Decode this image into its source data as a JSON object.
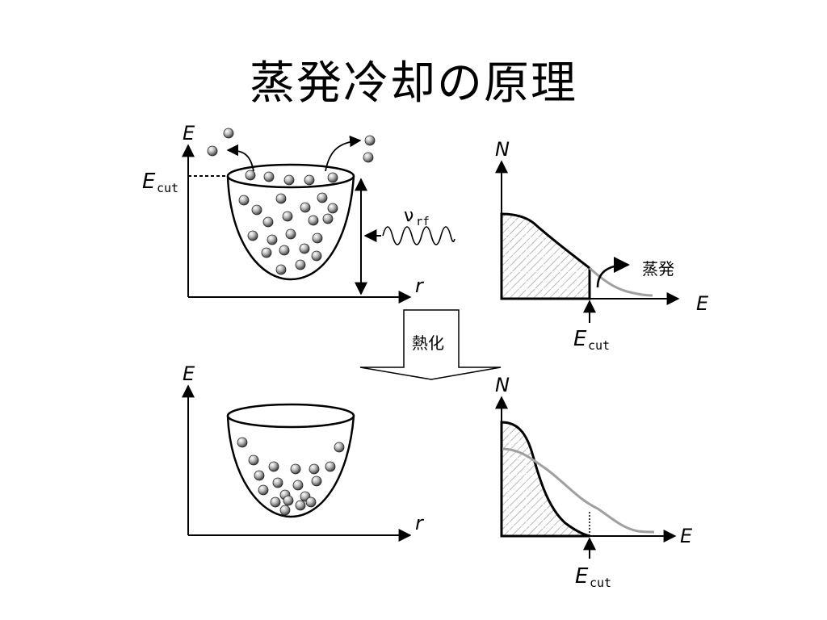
{
  "title": "蒸発冷却の原理",
  "colors": {
    "ink": "#000000",
    "grey_curve": "#a0a0a0",
    "hatch": "#9a9a9a",
    "sphere_dark": "#555555"
  },
  "top_trap": {
    "y_axis_label": "E",
    "x_axis_label": "r",
    "cut_label_main": "E",
    "cut_label_sub": "cut"
  },
  "rf": {
    "label_main": "ν",
    "label_sub": "rf"
  },
  "top_dist": {
    "y_axis_label": "N",
    "x_axis_label": "E",
    "evaporation_label": "蒸発",
    "cut_label_main": "E",
    "cut_label_sub": "cut"
  },
  "process": {
    "label": "熱化"
  },
  "bottom_trap": {
    "y_axis_label": "E",
    "x_axis_label": "r"
  },
  "bottom_dist": {
    "y_axis_label": "N",
    "x_axis_label": "E",
    "cut_label_main": "E",
    "cut_label_sub": "cut"
  }
}
